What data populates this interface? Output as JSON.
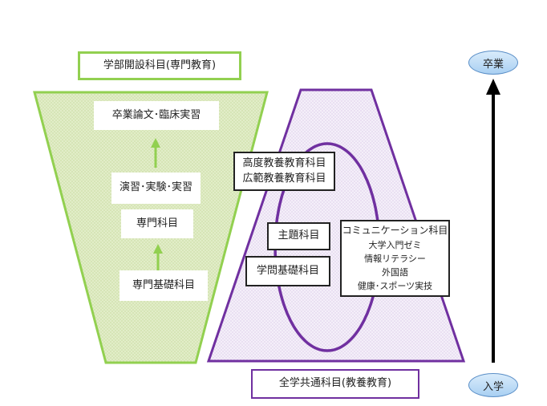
{
  "specialized": {
    "header": "学部開設科目(専門教育)",
    "graduation_thesis": "卒業論文･臨床実習",
    "practicum": "演習･実験･実習",
    "specialized_subjects": "専門科目",
    "specialized_basics": "専門基礎科目"
  },
  "general": {
    "footer": "全学共通科目(教養教育)",
    "advanced_line1": "高度教養教育科目",
    "advanced_line2": "広範教養教育科目",
    "theme_subjects": "主題科目",
    "academic_basics": "学問基礎科目",
    "communication": {
      "title": "コミュニケーション科目",
      "items": [
        "大学入門ゼミ",
        "情報リテラシー",
        "外国語",
        "健康･スポーツ実技"
      ]
    }
  },
  "timeline": {
    "top": "卒業",
    "bottom": "入学"
  },
  "colors": {
    "green": "#92d050",
    "purple": "#7030a0",
    "blue": "#5b8fc7"
  }
}
